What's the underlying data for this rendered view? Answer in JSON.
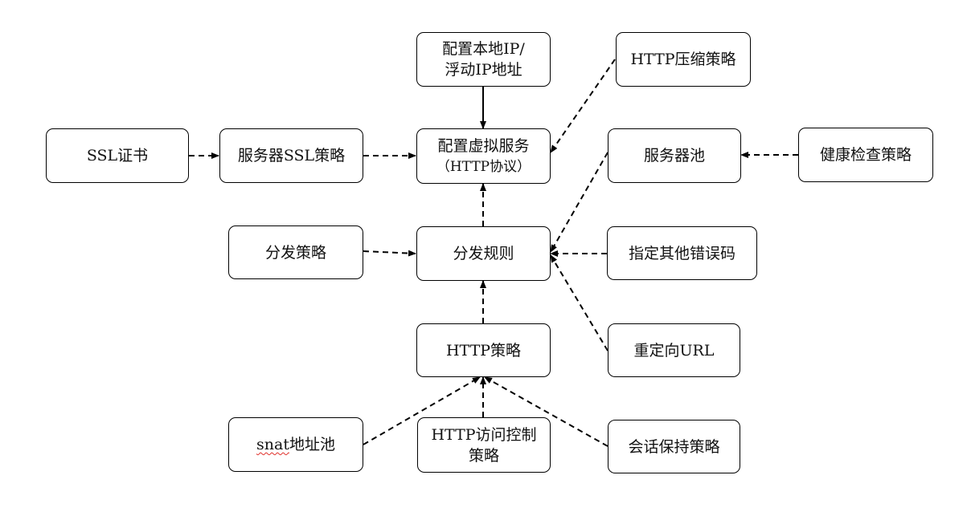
{
  "nodes": {
    "local_ip": {
      "line1": "配置本地IP/",
      "line2": "浮动IP地址"
    },
    "http_compress": {
      "label": "HTTP压缩策略"
    },
    "ssl_cert": {
      "label": "SSL证书"
    },
    "server_ssl": {
      "label": "服务器SSL策略"
    },
    "vserver": {
      "line1": "配置虚拟服务",
      "line2": "（HTTP协议）"
    },
    "server_pool": {
      "label": "服务器池"
    },
    "health_check": {
      "label": "健康检查策略"
    },
    "dispatch_policy": {
      "label": "分发策略"
    },
    "dispatch_rule": {
      "label": "分发规则"
    },
    "error_code": {
      "label": "指定其他错误码"
    },
    "http_policy": {
      "label": "HTTP策略"
    },
    "redirect_url": {
      "label": "重定向URL"
    },
    "snat_pool": {
      "prefix": "snat",
      "rest": "地址池"
    },
    "http_acl": {
      "line1": "HTTP访问控制",
      "line2": "策略"
    },
    "session_persist": {
      "label": "会话保持策略"
    }
  }
}
